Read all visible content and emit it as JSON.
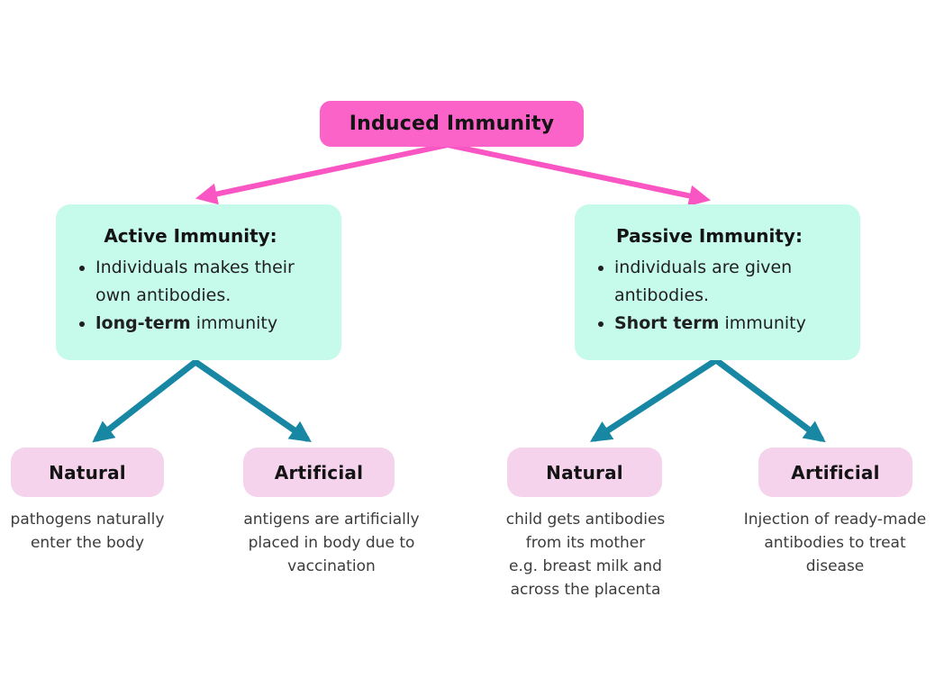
{
  "colors": {
    "canvas-bg": "#ffffff",
    "root-box-bg": "#fb63c9",
    "arrow-pink": "#f955c3",
    "branch-box-bg": "#c6faeb",
    "arrow-teal": "#1787a3",
    "leaf-box-bg": "#f5d3ed",
    "heading-text": "#141414",
    "body-text": "#1f1f1f",
    "desc-text": "#3c3c3c"
  },
  "root": {
    "label": "Induced Immunity"
  },
  "branches": [
    {
      "title": "Active Immunity:",
      "bullets": [
        {
          "bold": "",
          "text": "Individuals makes their own antibodies."
        },
        {
          "bold": "long-term",
          "text": " immunity"
        }
      ],
      "leaves": [
        {
          "label": "Natural",
          "description": "pathogens naturally\nenter the body"
        },
        {
          "label": "Artificial",
          "description": "antigens are artificially\nplaced in body due to\nvaccination"
        }
      ]
    },
    {
      "title": "Passive Immunity:",
      "bullets": [
        {
          "bold": "",
          "text": "individuals are given antibodies."
        },
        {
          "bold": "Short term",
          "text": " immunity"
        }
      ],
      "leaves": [
        {
          "label": "Natural",
          "description": "child gets antibodies\nfrom its mother\ne.g. breast milk and\nacross the placenta"
        },
        {
          "label": "Artificial",
          "description": "Injection of ready-made\nantibodies to treat\ndisease"
        }
      ]
    }
  ]
}
